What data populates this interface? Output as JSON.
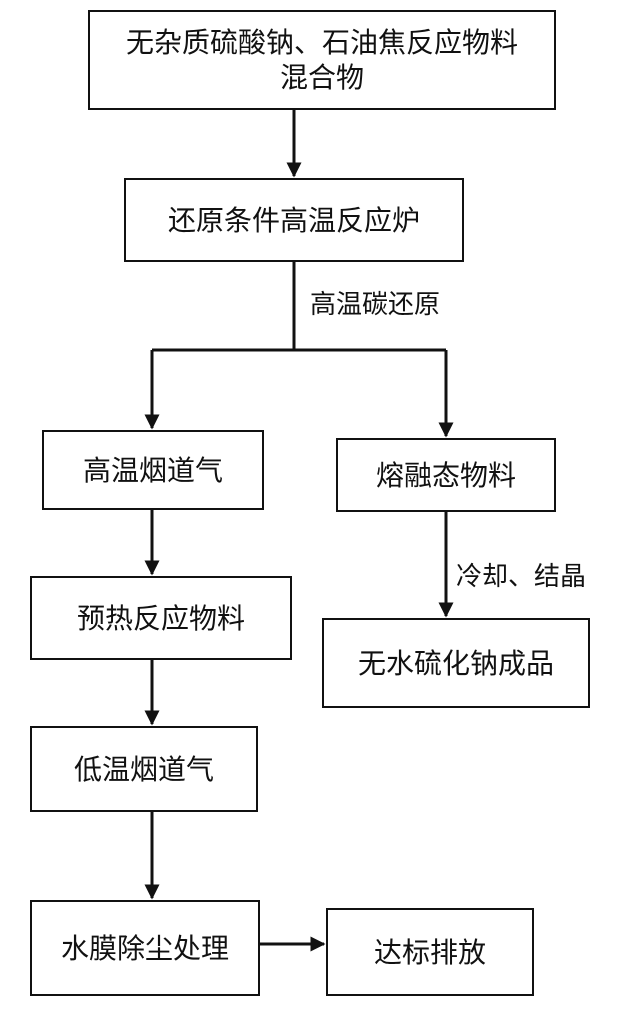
{
  "nodes": {
    "mixture": {
      "line1": "无杂质硫酸钠、石油焦反应物料",
      "line2": "混合物"
    },
    "furnace": {
      "label": "还原条件高温反应炉"
    },
    "flue_gas_high": {
      "label": "高温烟道气"
    },
    "molten": {
      "label": "熔融态物料"
    },
    "preheat": {
      "label": "预热反应物料"
    },
    "product": {
      "label": "无水硫化钠成品"
    },
    "flue_gas_low": {
      "label": "低温烟道气"
    },
    "dedust": {
      "label": "水膜除尘处理"
    },
    "discharge": {
      "label": "达标排放"
    }
  },
  "edges": {
    "reduction": {
      "label": "高温碳还原"
    },
    "cooling": {
      "label": "冷却、结晶"
    }
  },
  "colors": {
    "stroke": "#111111",
    "background": "#ffffff"
  }
}
